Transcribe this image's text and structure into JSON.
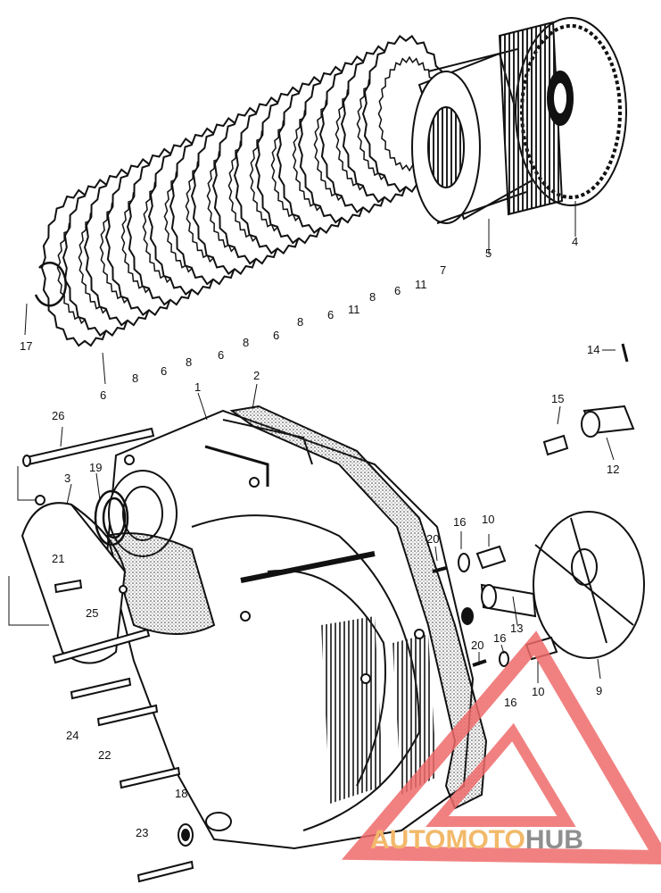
{
  "labels": {
    "l17": "17",
    "l6a": "6",
    "l8a": "8",
    "l6b": "6",
    "l8b": "8",
    "l6c": "6",
    "l8c": "8",
    "l6d": "6",
    "l8d": "8",
    "l6e": "6",
    "l11a": "11",
    "l8e": "8",
    "l6f": "6",
    "l11b": "11",
    "l7": "7",
    "l5": "5",
    "l4": "4",
    "l14": "14",
    "l15": "15",
    "l12": "12",
    "l1": "1",
    "l2": "2",
    "l26": "26",
    "l3": "3",
    "l19": "19",
    "l21": "21",
    "l25": "25",
    "l24": "24",
    "l22": "22",
    "l18": "18",
    "l23": "23",
    "l20a": "20",
    "l16a": "16",
    "l10a": "10",
    "l13": "13",
    "l20b": "20",
    "l16b": "16",
    "l16c": "16",
    "l10b": "10",
    "l9": "9"
  },
  "watermark": {
    "part1": "AUTO",
    "part2": "MOTO",
    "part3": "HUB",
    "color_a": "#f2b96a",
    "color_b": "#8f8f8f",
    "triangle_color": "#ef6b6b"
  }
}
